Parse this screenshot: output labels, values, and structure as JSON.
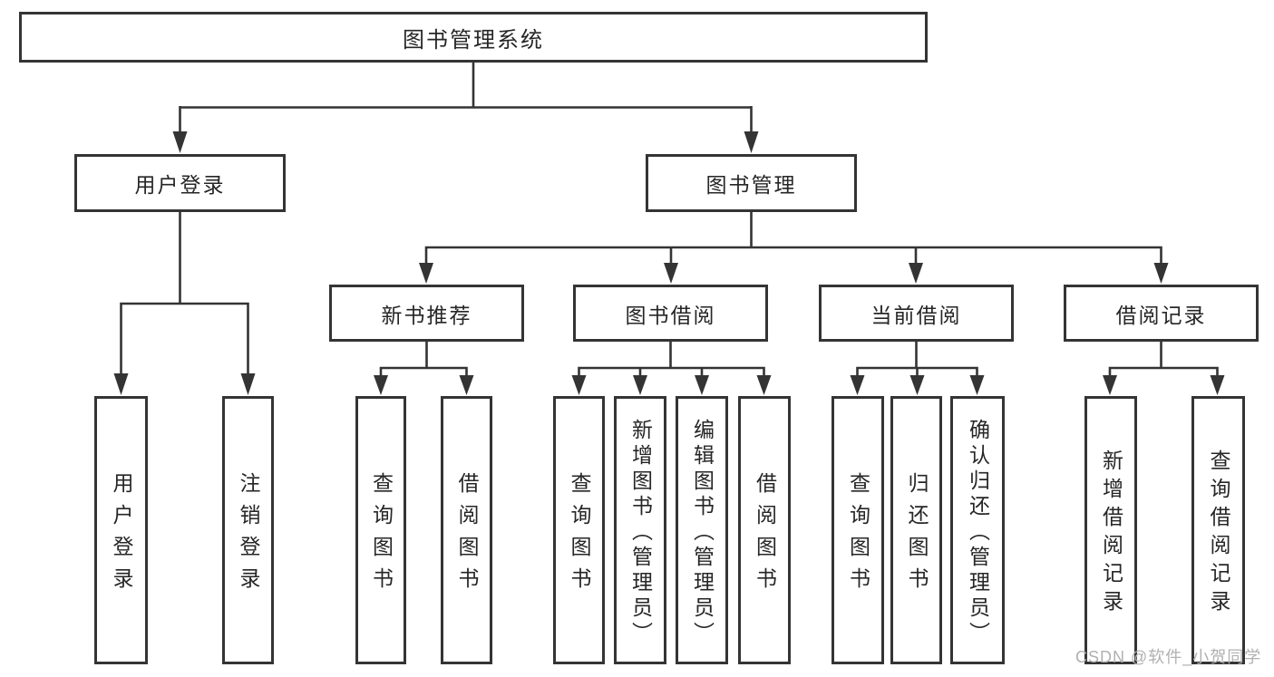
{
  "diagram": {
    "title": "图书管理系统",
    "branches": [
      {
        "label": "用户登录",
        "children": [
          {
            "label": "用户登录"
          },
          {
            "label": "注销登录"
          }
        ]
      },
      {
        "label": "图书管理",
        "children": [
          {
            "label": "新书推荐",
            "children": [
              {
                "label": "查询图书"
              },
              {
                "label": "借阅图书"
              }
            ]
          },
          {
            "label": "图书借阅",
            "children": [
              {
                "label": "查询图书"
              },
              {
                "label": "新增图书（管理员）"
              },
              {
                "label": "编辑图书（管理员）"
              },
              {
                "label": "借阅图书"
              }
            ]
          },
          {
            "label": "当前借阅",
            "children": [
              {
                "label": "查询图书"
              },
              {
                "label": "归还图书"
              },
              {
                "label": "确认归还（管理员）"
              }
            ]
          },
          {
            "label": "借阅记录",
            "children": [
              {
                "label": "新增借阅记录"
              },
              {
                "label": "查询借阅记录"
              }
            ]
          }
        ]
      }
    ]
  },
  "watermark": {
    "text": "CSDN @软件_小贺同学"
  },
  "colors": {
    "line": "#343434",
    "text": "#262626",
    "background": "#ffffff",
    "watermark": "#b0b0b0"
  }
}
